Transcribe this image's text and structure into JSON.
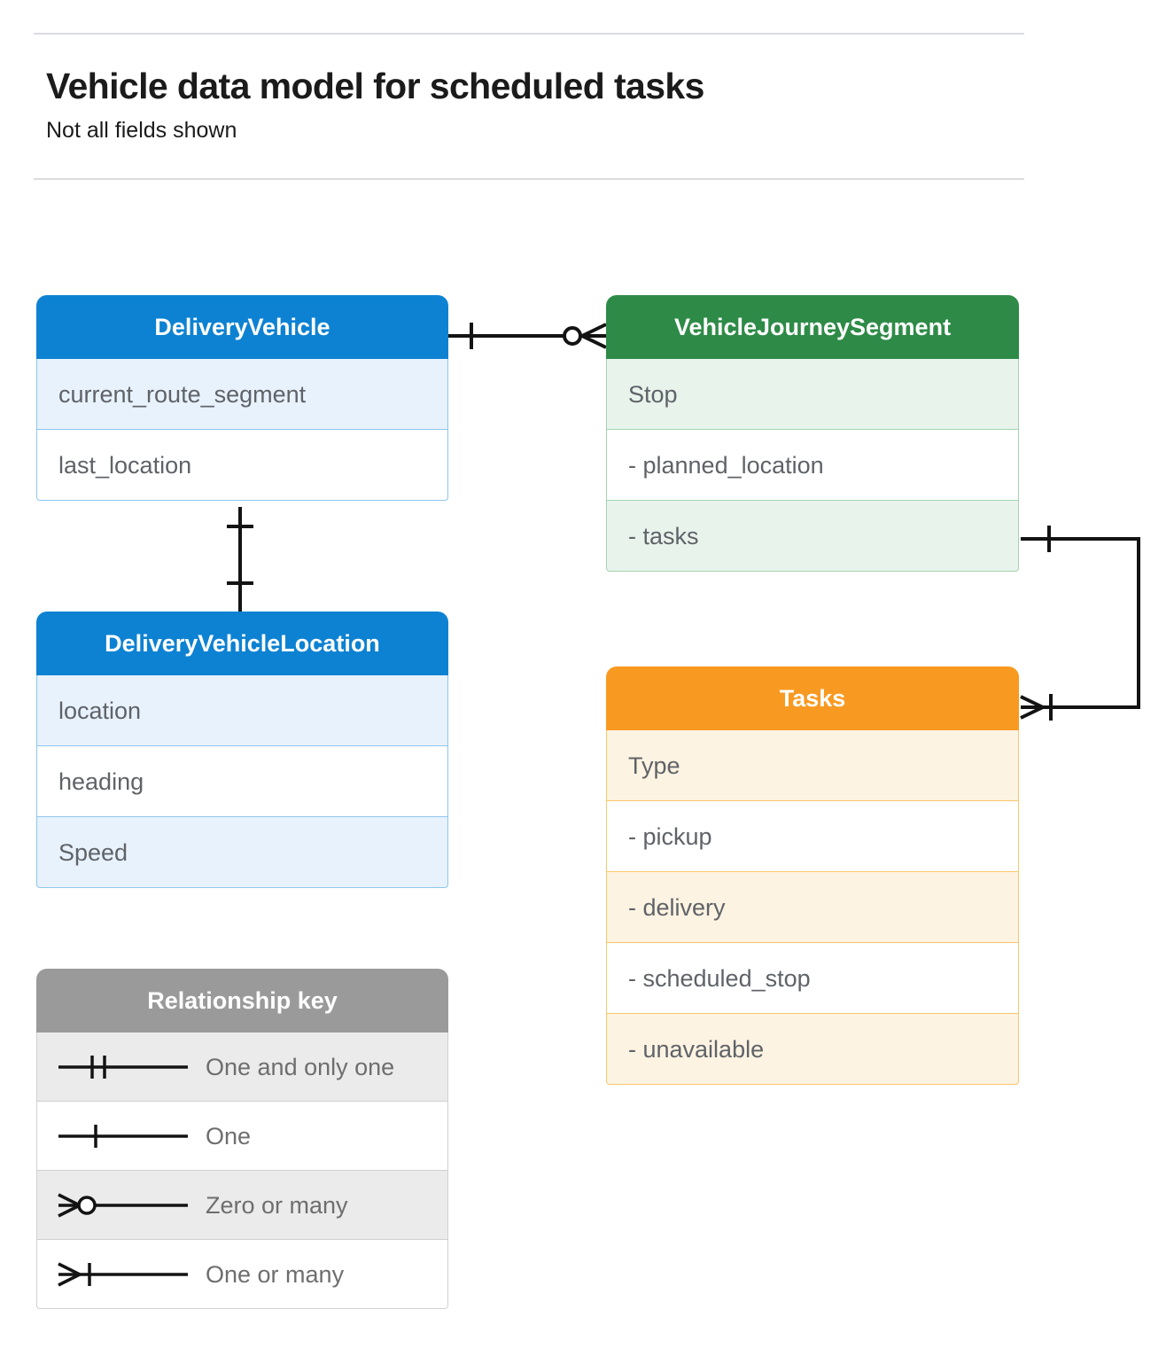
{
  "header": {
    "title": "Vehicle data model for scheduled tasks",
    "subtitle": "Not all fields shown"
  },
  "colors": {
    "blue": "#0d82d2",
    "blue_row": "#e8f2fd",
    "blue_border": "#8ec5ef",
    "green": "#2e8b47",
    "green_row": "#e8f3ec",
    "green_border": "#a3d4b1",
    "orange": "#f89a21",
    "orange_row": "#fdf3e2",
    "orange_border": "#f9c76a",
    "gray": "#9a9a9a",
    "gray_row": "#ebebeb",
    "text": "#5f6368",
    "rule": "#dadce0",
    "line": "#131313"
  },
  "entities": {
    "delivery_vehicle": {
      "title": "DeliveryVehicle",
      "rows": [
        "current_route_segment",
        "last_location"
      ]
    },
    "vehicle_journey_segment": {
      "title": "VehicleJourneySegment",
      "rows": [
        "Stop",
        "-  planned_location",
        "- tasks"
      ]
    },
    "delivery_vehicle_location": {
      "title": "DeliveryVehicleLocation",
      "rows": [
        "location",
        "heading",
        "Speed"
      ]
    },
    "tasks": {
      "title": "Tasks",
      "rows": [
        "Type",
        "-  pickup",
        "-  delivery",
        "-  scheduled_stop",
        "-  unavailable"
      ]
    }
  },
  "legend": {
    "title": "Relationship key",
    "items": [
      {
        "symbol": "one-and-only-one-symbol",
        "label": "One and only one"
      },
      {
        "symbol": "one-symbol",
        "label": "One"
      },
      {
        "symbol": "zero-or-many-symbol",
        "label": "Zero or many"
      },
      {
        "symbol": "one-or-many-symbol",
        "label": "One or many"
      }
    ]
  },
  "relationships": [
    {
      "name": "deliveryvehicle-to-vehiclejourneysegment",
      "from": "DeliveryVehicle",
      "to": "VehicleJourneySegment",
      "from_cardinality": "One",
      "to_cardinality": "Zero or many"
    },
    {
      "name": "deliveryvehicle-to-deliveryvehiclelocation",
      "from": "DeliveryVehicle",
      "to": "DeliveryVehicleLocation",
      "from_cardinality": "One",
      "to_cardinality": "One"
    },
    {
      "name": "vehiclejourneysegment-to-tasks",
      "from": "VehicleJourneySegment",
      "to": "Tasks",
      "from_cardinality": "One",
      "to_cardinality": "One or many"
    }
  ]
}
